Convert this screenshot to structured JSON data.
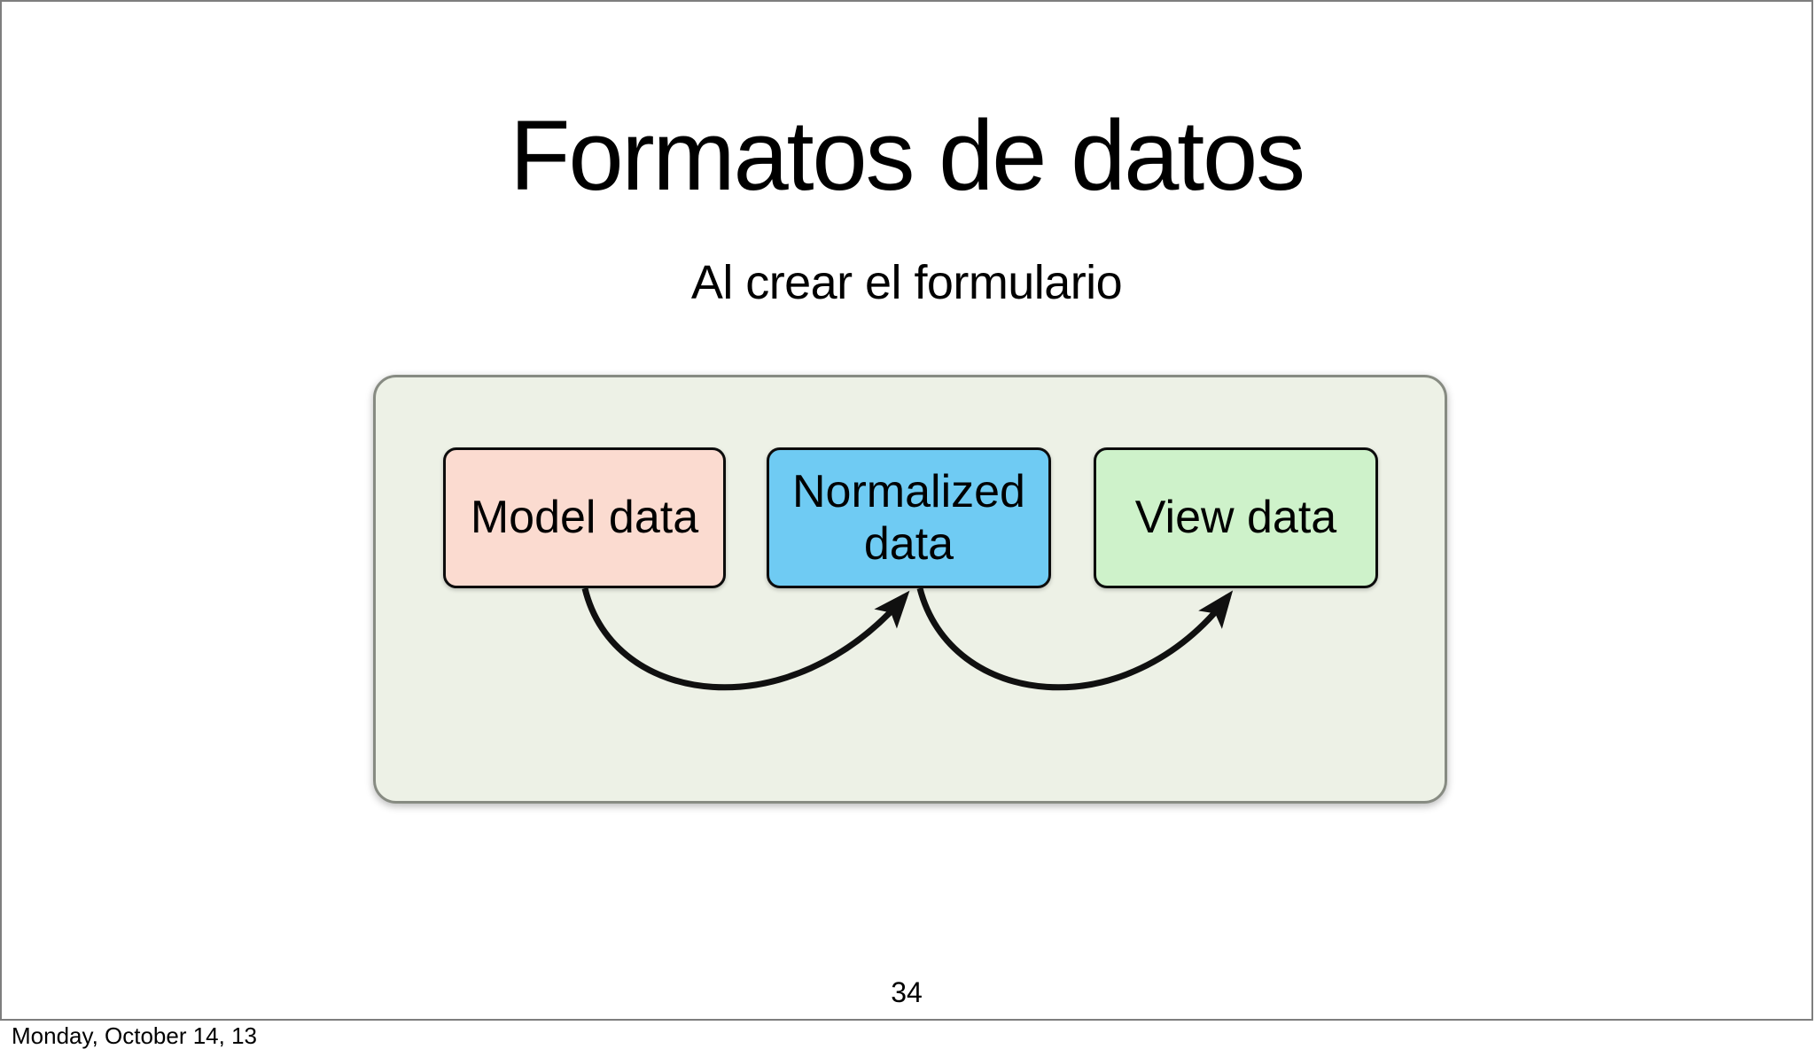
{
  "slide": {
    "title": "Formatos de datos",
    "subtitle": "Al crear el formulario",
    "page_number": "34"
  },
  "footer": {
    "date": "Monday, October 14, 13"
  },
  "diagram": {
    "nodes": [
      {
        "id": "model",
        "label": "Model data",
        "fill": "#fbdbd0"
      },
      {
        "id": "normalized",
        "label": "Normalized data",
        "fill": "#6fcbf3"
      },
      {
        "id": "view",
        "label": "View data",
        "fill": "#cef2ca"
      }
    ],
    "edges": [
      {
        "from": "model",
        "to": "normalized",
        "style": "curved-arrow"
      },
      {
        "from": "normalized",
        "to": "view",
        "style": "curved-arrow"
      }
    ],
    "colors": {
      "panel_fill": "#edf1e6",
      "panel_border": "#878b82",
      "node_border": "#0c0c0c",
      "arrow": "#101010",
      "slide_border": "#7e7e7e"
    }
  }
}
